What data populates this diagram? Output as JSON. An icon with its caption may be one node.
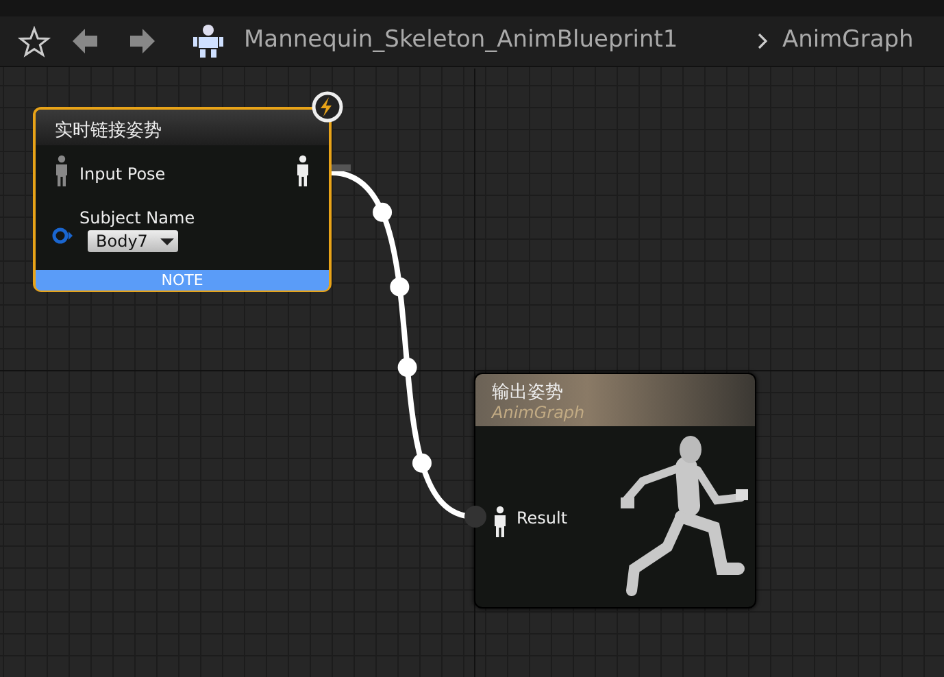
{
  "diagram": {
    "nodes": [
      {
        "text": [
          "实时链接姿势",
          "Input Pose",
          "Subject Name",
          "Body7",
          "NOTE"
        ]
      },
      {
        "text": [
          "输出姿势",
          "AnimGraph",
          "Result"
        ]
      }
    ],
    "edges": [
      {
        "from": 0,
        "to": 1,
        "arrow": "none"
      }
    ],
    "labels": [
      "Mannequin_Skeleton_AnimBlueprint1",
      "AnimGraph"
    ]
  }
}
